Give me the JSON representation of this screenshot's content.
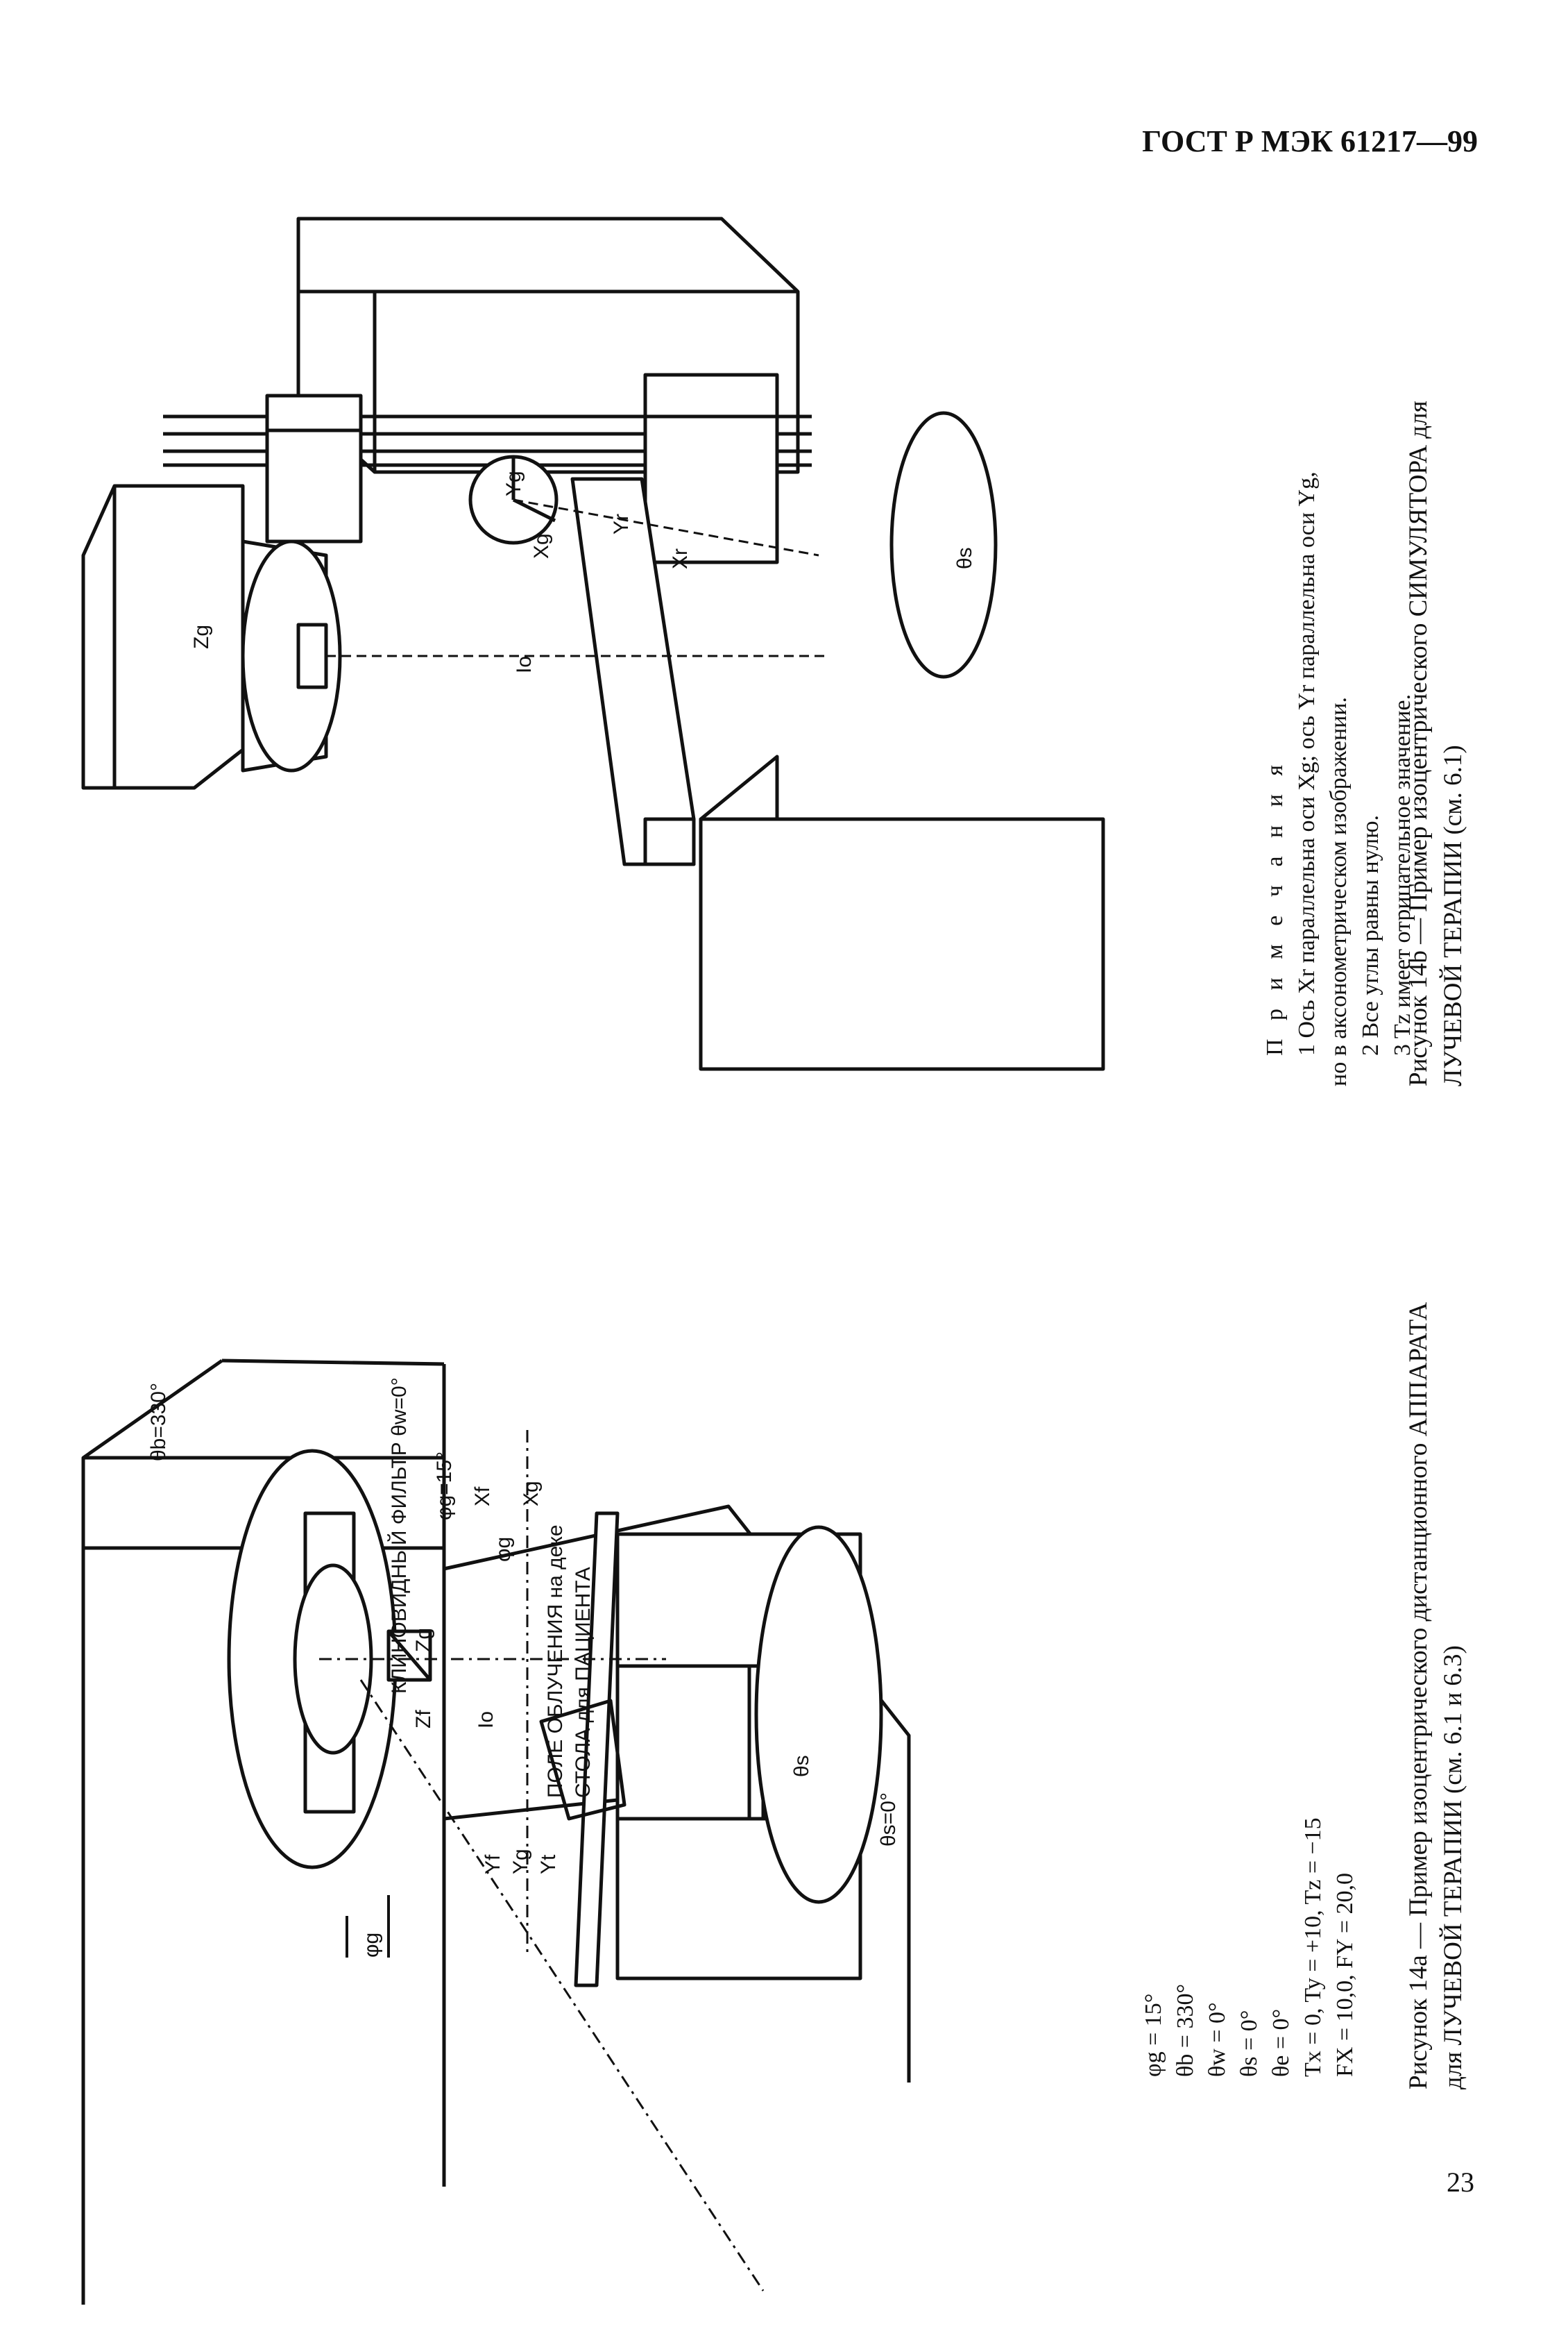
{
  "header": "ГОСТ Р МЭК 61217—99",
  "page_number": "23",
  "notes": {
    "title": "П р и м е ч а н и я",
    "line1": "1 Ось Xr параллельна оси Xg; ось Yr параллельна оси Yg,",
    "line2": "но в аксонометрическом изображении.",
    "line3": "2 Все углы равны нулю.",
    "line4": "3 Tz имеет отрицательное значение."
  },
  "caption_b": {
    "line1": "Рисунок 14b — Пример изоцентрического СИМУЛЯТОРА для",
    "line2": "ЛУЧЕВОЙ ТЕРАПИИ (см. 6.1)"
  },
  "caption_a": {
    "line1": "Рисунок 14а — Пример изоцентрического дистанционного АППАРАТА",
    "line2": "для ЛУЧЕВОЙ ТЕРАПИИ (см. 6.1 и 6.3)"
  },
  "params": {
    "phi_g": "φg = 15°",
    "theta_b": "θb = 330°",
    "theta_w": "θw = 0°",
    "theta_s": "θs = 0°",
    "theta_e": "θe = 0°",
    "t_values": "Tx = 0,  Ty = +10,  Tz = −15",
    "f_values": "FX = 10,0,  FY = 20,0"
  },
  "fig_a_labels": {
    "theta_b": "θb=330°",
    "wedge_filter": "КЛИНОВИДНЫЙ ФИЛЬТР θw=0°",
    "phi_g_top": "φg=15°",
    "field_line1": "ПОЛЕ ОБЛУЧЕНИЯ на деке",
    "field_line2": "СТОЛА для ПАЦИЕНТА",
    "xf": "Xf",
    "xg": "Xg",
    "phi_g_mid": "φg",
    "zg": "Zg",
    "zf": "Zf",
    "io": "Io",
    "yf": "Yf",
    "yg": "Yg",
    "yt": "Yt",
    "phi_g_low": "φg",
    "theta_s_arc": "θs",
    "theta_s_zero": "θs=0°"
  },
  "fig_b_labels": {
    "zg": "Zg",
    "yg": "Yg",
    "xg": "Xg",
    "io": "Io",
    "yr": "Yr",
    "xr": "Xr",
    "theta_s": "θs"
  },
  "colors": {
    "ink": "#111111",
    "paper": "#ffffff"
  }
}
